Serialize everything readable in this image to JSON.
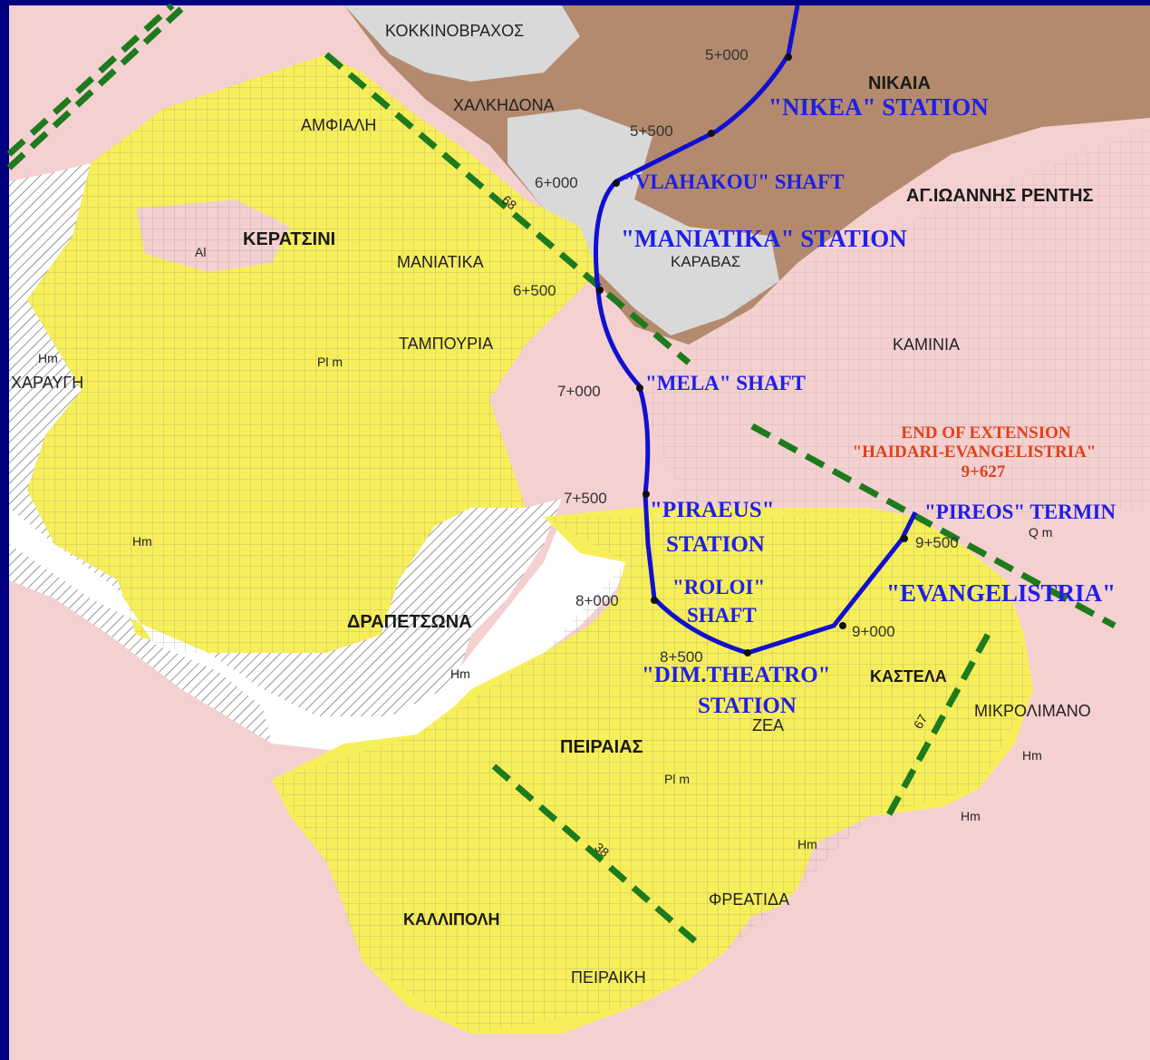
{
  "colors": {
    "yellow": "#f7ef5a",
    "pink": "#f4d0d0",
    "brown": "#b38a6e",
    "grey": "#d9d9d9",
    "water": "#ffffff",
    "line": "#1010d0",
    "fault": "#1d7a1d",
    "frame": "#000080",
    "end_label": "#e0401c"
  },
  "places": {
    "kokkinovrachos": "ΚΟΚΚΙΝΟΒΡΑΧΟΣ",
    "nikaia": "ΝΙΚΑΙΑ",
    "chalkidona": "ΧΑΛΚΗΔΟΝΑ",
    "amfiali": "ΑΜΦΙΑΛΗ",
    "ag_ioannis": "ΑΓ.ΙΩΑΝΝΗΣ ΡΕΝΤΗΣ",
    "keratsini": "ΚΕΡΑΤΣΙΝΙ",
    "maniatika": "ΜΑΝΙΑΤΙΚΑ",
    "karavas": "ΚΑΡΑΒΑΣ",
    "tampouria": "ΤΑΜΠΟΥΡΙΑ",
    "kaminia": "ΚΑΜΙΝΙΑ",
    "charavgi": "ΧΑΡΑΥΓΗ",
    "drapetsona": "ΔΡΑΠΕΤΣΩΝΑ",
    "kastela": "ΚΑΣΤΕΛΑ",
    "zea": "ΖΕΑ",
    "mikrolimano": "ΜΙΚΡΟΛΙΜΑΝΟ",
    "peiraias": "ΠΕΙΡΑΙΑΣ",
    "kallipoli": "ΚΑΛΛΙΠΟΛΗ",
    "freatida": "ΦΡΕΑΤΙΔΑ",
    "peiraiki": "ΠΕΙΡΑΙΚΗ"
  },
  "stations": {
    "nikea": "\"NIKEA\" STATION",
    "vlahakou": "\"VLAHAKOU\" SHAFT",
    "maniatika": "\"MANIATIKA\" STATION",
    "mela": "\"MELA\" SHAFT",
    "piraeus_1": "\"PIRAEUS\"",
    "piraeus_2": "STATION",
    "roloi_1": "\"ROLOI\"",
    "roloi_2": "SHAFT",
    "dim_1": "\"DIM.THEATRO\"",
    "dim_2": "STATION",
    "pireos": "\"PIREOS\" TERMIN",
    "evangelistria": "\"EVANGELISTRIA\""
  },
  "end_of_extension": {
    "line1": "END OF EXTENSION",
    "line2": "\"HAIDARI-EVANGELISTRIA\"",
    "line3": "9+627"
  },
  "chainages": {
    "c5000": "5+000",
    "c5500": "5+500",
    "c6000": "6+000",
    "c6500": "6+500",
    "c7000": "7+000",
    "c7500": "7+500",
    "c8000": "8+000",
    "c8500": "8+500",
    "c9000": "9+000",
    "c9500": "9+500"
  },
  "geo_labels": {
    "al": "Al",
    "hm": "Hm",
    "pl_m": "Pl m",
    "q_m": "Q m"
  },
  "fault_labels": {
    "f1": "68",
    "f2": "38",
    "f3": "67"
  }
}
